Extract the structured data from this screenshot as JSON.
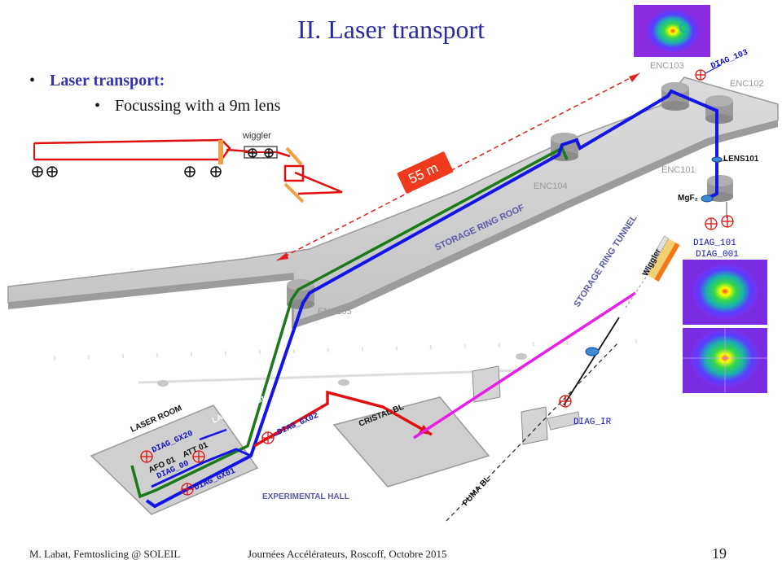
{
  "slide": {
    "title": "II. Laser transport",
    "bullet_main": "Laser transport:",
    "bullet_sub": "Focussing with a 9m lens",
    "footer_left": "M. Labat, Femtoslicing @ SOLEIL",
    "footer_center": "Journées Accélérateurs, Roscoff, Octobre 2015",
    "page_number": "19"
  },
  "inset": {
    "label": "wiggler"
  },
  "distance_badge": "55 m",
  "labels": {
    "enc103": "ENC103",
    "enc102": "ENC102",
    "enc101": "ENC101",
    "enc104": "ENC104",
    "enc105": "ENC105",
    "diag_103": "DIAG_103",
    "lens101": "LENS101",
    "mgf2": "MgF₂",
    "diag_101": "DIAG_101",
    "diag_001": "DIAG_001",
    "storage_ring_roof": "STORAGE RING ROOF",
    "storage_ring_tunnel": "STORAGE RING TUNNEL",
    "wiggler": "Wiggler",
    "diag_ir": "DIAG_IR",
    "puma_bl": "PUMA BL",
    "cristal_bl": "CRISTAL BL",
    "experimental_hall": "EXPERIMENTAL HALL",
    "laser_room": "LASER ROOM",
    "laser_output": "LASER Output",
    "diag_gx20": "DIAG_GX20",
    "afo01": "AFO 01",
    "att01": "ATT 01",
    "diag_00": "DIAG_00",
    "diag_gx01": "DIAG_GX01",
    "diag_gx02": "DIAG_GX02"
  },
  "colors": {
    "title": "#2b2b9e",
    "blue_path": "#1414e6",
    "green_path": "#1a7a1a",
    "red_path": "#e01010",
    "magenta_path": "#e81ee8",
    "floor": "#d0d0d0",
    "badge": "#f03a1e"
  }
}
